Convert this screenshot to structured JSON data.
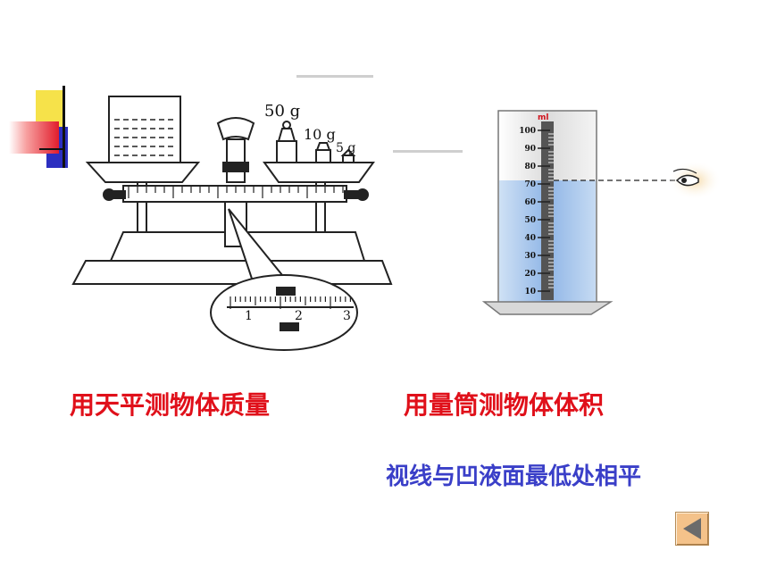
{
  "balance_figure": {
    "weights": [
      "50 g",
      "10 g",
      "5 g"
    ],
    "scale_numbers": [
      "1",
      "2",
      "3"
    ]
  },
  "cylinder_figure": {
    "unit": "ml",
    "ticks": [
      "100",
      "90",
      "80",
      "70",
      "60",
      "50",
      "40",
      "30",
      "20",
      "10"
    ],
    "liquid_level_ml": 72
  },
  "captions": {
    "balance": "用天平测物体质量",
    "cylinder": "用量筒测物体体积",
    "note": "视线与凹液面最低处相平"
  },
  "controls": {
    "back_icon": "triangle-left-icon"
  },
  "colors": {
    "caption_red": "#e0101a",
    "note_blue": "#3a3fc8",
    "button_fill": "#f4c28a"
  }
}
